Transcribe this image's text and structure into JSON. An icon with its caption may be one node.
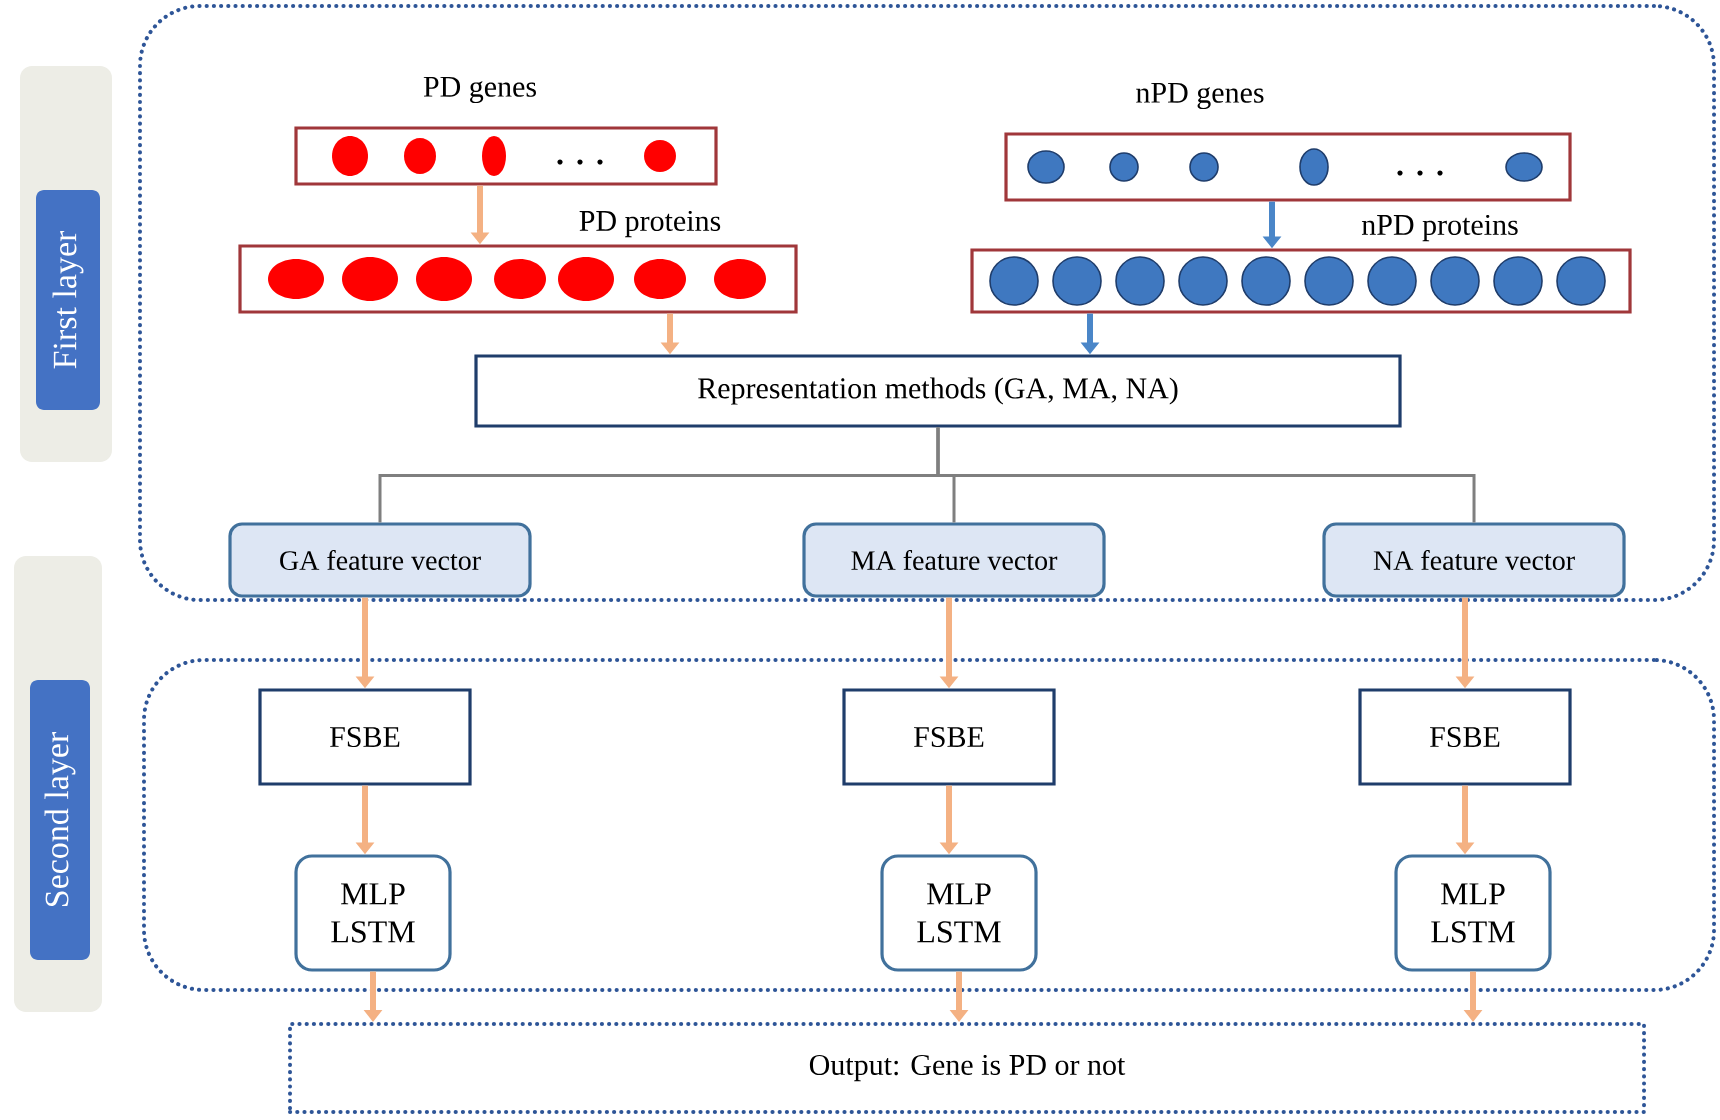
{
  "diagram": {
    "nodes": [
      {
        "text": [
          "First layer"
        ]
      },
      {
        "text": [],
        "shape": "box"
      },
      {
        "text": [
          "PD genes"
        ],
        "in": 1
      },
      {
        "text": [
          "nPD genes"
        ],
        "in": 1
      },
      {
        "text": [
          "PD proteins"
        ],
        "in": 1
      },
      {
        "text": [
          "nPD proteins"
        ],
        "in": 1
      },
      {
        "text": [
          "Representation methods (GA, MA, NA)"
        ],
        "in": 1
      },
      {
        "text": [
          "GA feature vector"
        ],
        "in": 1
      },
      {
        "text": [
          "MA feature vector"
        ],
        "in": 1
      },
      {
        "text": [
          "NA feature vector"
        ],
        "in": 1
      },
      {
        "text": [
          "Second layer"
        ]
      },
      {
        "text": [],
        "shape": "box"
      },
      {
        "text": [
          "FSBE"
        ],
        "in": 11
      },
      {
        "text": [
          "FSBE"
        ],
        "in": 11
      },
      {
        "text": [
          "FSBE"
        ],
        "in": 11
      },
      {
        "text": [
          "MLP LSTM"
        ],
        "in": 11
      },
      {
        "text": [
          "MLP LSTM"
        ],
        "in": 11
      },
      {
        "text": [
          "MLP LSTM"
        ],
        "in": 11
      },
      {
        "text": [
          "Output: Gene is PD or not"
        ]
      }
    ],
    "edges": [
      {
        "from": 2,
        "to": 4,
        "arrow": "to"
      },
      {
        "from": 3,
        "to": 5,
        "arrow": "to",
        "color": "#4a86c8"
      },
      {
        "from": 4,
        "to": 6,
        "arrow": "to"
      },
      {
        "from": 5,
        "to": 6,
        "arrow": "to",
        "color": "#4a86c8"
      },
      {
        "from": 6,
        "to": 7,
        "arrow": "none",
        "color": "#7f7f7f"
      },
      {
        "from": 6,
        "to": 8,
        "arrow": "none",
        "color": "#7f7f7f"
      },
      {
        "from": 6,
        "to": 9,
        "arrow": "none",
        "color": "#7f7f7f"
      },
      {
        "from": 7,
        "to": 12,
        "arrow": "to"
      },
      {
        "from": 8,
        "to": 13,
        "arrow": "to"
      },
      {
        "from": 9,
        "to": 14,
        "arrow": "to"
      },
      {
        "from": 12,
        "to": 15,
        "arrow": "to"
      },
      {
        "from": 13,
        "to": 16,
        "arrow": "to"
      },
      {
        "from": 14,
        "to": 17,
        "arrow": "to"
      },
      {
        "from": 15,
        "to": 18,
        "arrow": "to"
      },
      {
        "from": 16,
        "to": 18,
        "arrow": "to"
      },
      {
        "from": 17,
        "to": 18,
        "arrow": "to"
      }
    ]
  }
}
